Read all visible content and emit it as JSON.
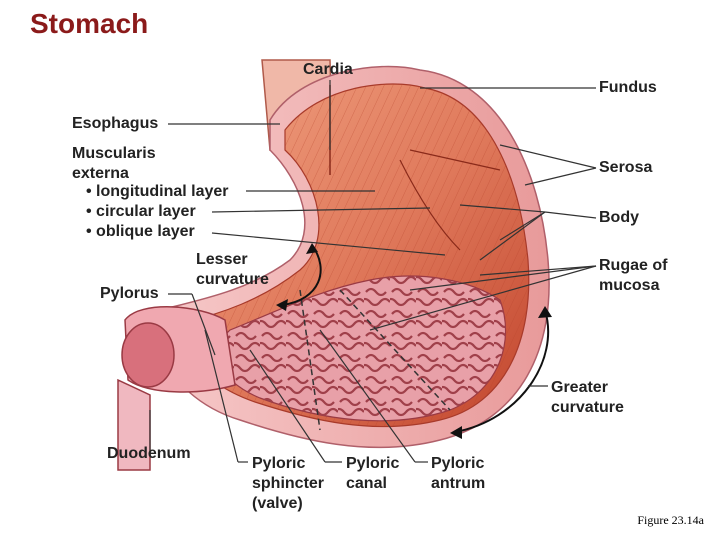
{
  "title": "Stomach",
  "figure_caption": "Figure 23.14a",
  "labels": {
    "cardia": "Cardia",
    "fundus": "Fundus",
    "esophagus": "Esophagus",
    "muscularis_externa": "Muscularis\nexterna",
    "longitudinal_layer": "• longitudinal layer",
    "circular_layer": "• circular layer",
    "oblique_layer": "• oblique layer",
    "serosa": "Serosa",
    "body": "Body",
    "rugae_of_mucosa": "Rugae of\nmucosa",
    "lesser_curvature": "Lesser\ncurvature",
    "pylorus": "Pylorus",
    "greater_curvature": "Greater\ncurvature",
    "duodenum": "Duodenum",
    "pyloric_sphincter": "Pyloric\nsphincter\n(valve)",
    "pyloric_canal": "Pyloric\ncanal",
    "pyloric_antrum": "Pyloric\nantrum"
  },
  "colors": {
    "title": "#8b1a1a",
    "muscle": "#e07a5c",
    "muscle_dark": "#c1442c",
    "mucosa": "#e8a0a8",
    "serosa": "#f2b8b8",
    "leader_line": "#333333"
  }
}
